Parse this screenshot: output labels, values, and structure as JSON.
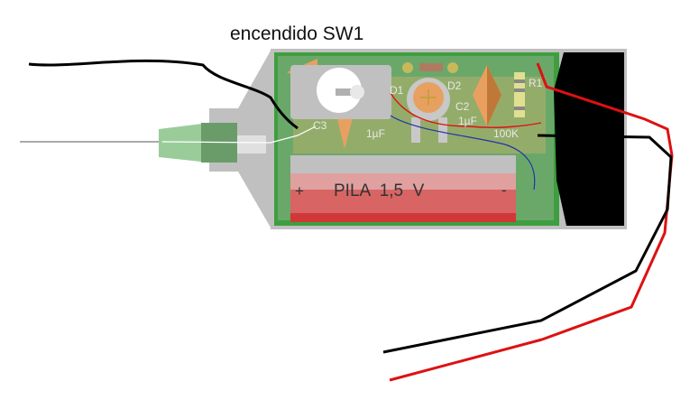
{
  "title": "encendido SW1",
  "battery": {
    "label": "PILA  1,5  V",
    "plus": "+",
    "minus": "-"
  },
  "components": {
    "c3": "C3",
    "c3_value": "1µF",
    "d1": "D1",
    "d2": "D2",
    "c2": "C2",
    "c2_value": "1µF",
    "r1": "R1",
    "r1_value": "100K"
  },
  "colors": {
    "board": "#6aa86a",
    "board_border": "#3f9e3f",
    "copper": "#b6ae6a",
    "case": "#c0c0c0",
    "battery_red": "#d44040",
    "wire_red": "#dd1111",
    "wire_black": "#000000",
    "wire_blue": "#2233aa",
    "capacitor": "#e8a060"
  }
}
